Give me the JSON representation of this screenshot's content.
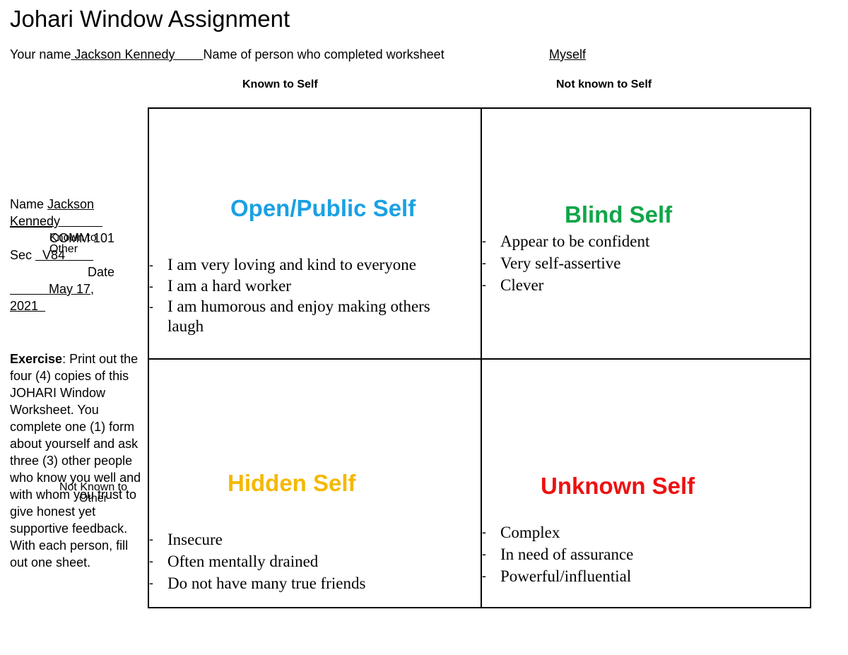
{
  "header": {
    "title": "Johari Window Assignment",
    "your_name_label": "Your name",
    "your_name_value": " Jackson Kennedy        ",
    "completed_by_label": "Name of person who completed worksheet",
    "completed_by_value": "Myself"
  },
  "columns": {
    "known": "Known to Self",
    "not_known": "Not known to Self"
  },
  "sidebar": {
    "name_label": "Name ",
    "name_value_line1": "Jackson",
    "name_value_line2": "Kennedy",
    "course": "COMM 101",
    "known_to_other": "Known to Other",
    "sec_label": "Sec ",
    "sec_value": "V84",
    "date_label": "Date",
    "date_value_line1": "May 17,",
    "date_value_line2": "2021",
    "not_known_to_other": "Not Known to Other",
    "exercise_bold": "Exercise",
    "exercise_text": ": Print out the four (4) copies of this JOHARI Window Worksheet. You complete one (1) form about yourself and ask three (3) other people who know you well and with whom you trust to give honest yet supportive feedback. With each person, fill out one sheet."
  },
  "quadrants": {
    "open": {
      "title": "Open/Public Self",
      "color": "#1ba1e2",
      "items": [
        "I am very loving and kind to everyone",
        "I am a hard worker",
        "I am humorous and enjoy making others laugh"
      ]
    },
    "blind": {
      "title": "Blind Self",
      "color": "#10a64a",
      "items": [
        "Appear to be confident",
        "Very self-assertive",
        "Clever"
      ]
    },
    "hidden": {
      "title": "Hidden Self",
      "color": "#f5b800",
      "items": [
        "Insecure",
        "Often mentally drained",
        "Do not have many true friends"
      ]
    },
    "unknown": {
      "title": "Unknown Self",
      "color": "#ee1111",
      "items": [
        "Complex",
        "In need of assurance",
        "Powerful/influential"
      ]
    }
  }
}
